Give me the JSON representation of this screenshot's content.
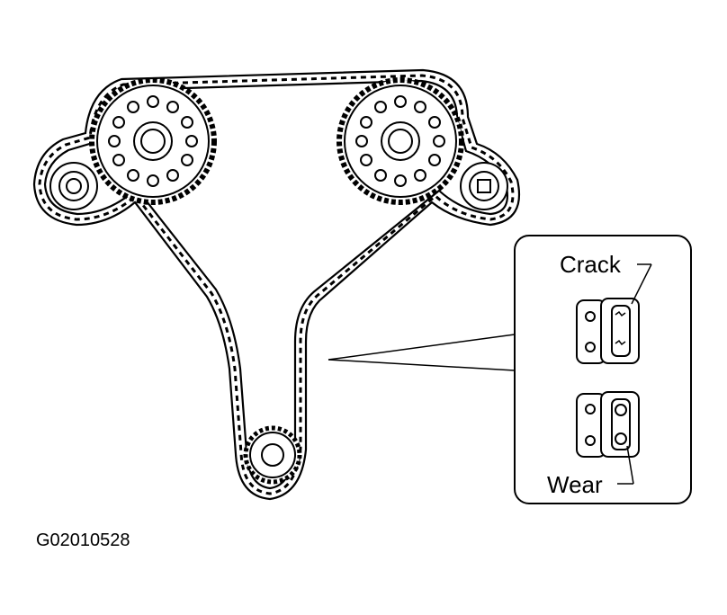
{
  "diagram": {
    "callout": {
      "crack_label": "Crack",
      "wear_label": "Wear"
    },
    "figure_id": "G02010528"
  }
}
